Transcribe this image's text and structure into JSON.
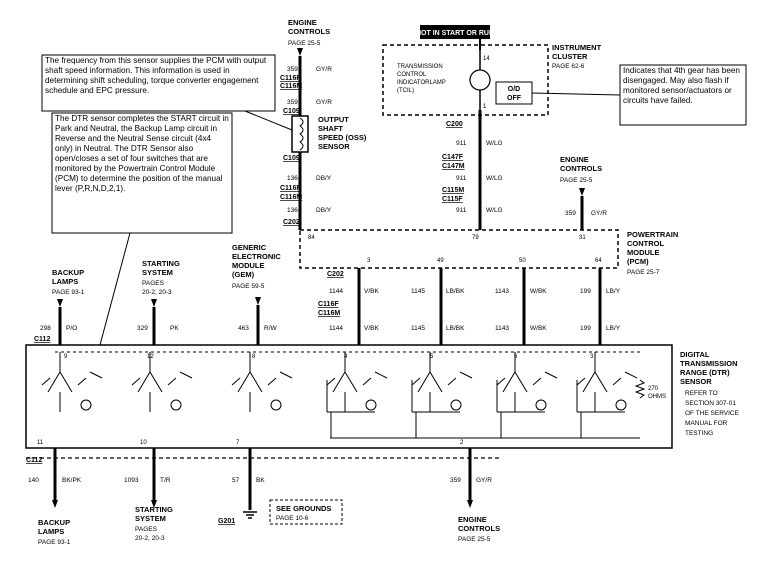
{
  "top_banner": {
    "hot_label": "HOT IN START OR RUN"
  },
  "engine_controls_top": {
    "title1": "ENGINE",
    "title2": "CONTROLS",
    "page": "PAGE 25-5"
  },
  "engine_controls_right": {
    "title1": "ENGINE",
    "title2": "CONTROLS",
    "page": "PAGE 25-5"
  },
  "engine_controls_bottom": {
    "title1": "ENGINE",
    "title2": "CONTROLS",
    "page": "PAGE 25-5"
  },
  "instrument_cluster": {
    "title1": "INSTRUMENT",
    "title2": "CLUSTER",
    "page": "PAGE 62-6"
  },
  "lamp": {
    "line1": "TRANSMISSION",
    "line2": "CONTROL",
    "line3": "INDICATORLAMP",
    "line4": "(TCIL)",
    "pin_top": "14",
    "pin_bottom": "1",
    "od1": "O/D",
    "od2": "OFF"
  },
  "notes": {
    "oss": "The frequency from this sensor supplies the PCM with output shaft speed information. This information is used in determining shift scheduling, torque converter engagement schedule and EPC pressure.",
    "dtr": "The DTR sensor completes the START circuit in Park and Neutral, the Backup Lamp circuit in Reverse and the Neutral Sense circuit (4x4 only) in Neutral. The DTR Sensor also open/closes a set of four switches that are monitored by the Powertrain Control Module (PCM) to determine the position of the manual lever (P,R,N,D,2,1).",
    "od": "Indicates that 4th gear has been disengaged. May also flash if monitored sensor/actuators or circuits have failed."
  },
  "oss_sensor": {
    "l1": "OUTPUT",
    "l2": "SHAFT",
    "l3": "SPEED (OSS)",
    "l4": "SENSOR"
  },
  "connectors": {
    "c116f": "C116F",
    "c116m": "C116M",
    "c109a": "C109",
    "c109b": "C109",
    "c202a": "C202",
    "c202b": "C202",
    "c200": "C200",
    "c147f": "C147F",
    "c147m": "C147M",
    "c115m": "C115M",
    "c115f": "C115F",
    "c112a": "C112",
    "c112b": "C112",
    "c116f2": "C116F",
    "c116m2": "C116M"
  },
  "wires": {
    "w359": "359",
    "gyr": "GY/R",
    "w136": "136",
    "dby": "DB/Y",
    "w911": "911",
    "wlg": "W/LG",
    "w1144": "1144",
    "vbk": "V/BK",
    "w1145": "1145",
    "lbbk": "LB/BK",
    "w1143": "1143",
    "wbk": "W/BK",
    "w199": "199",
    "lby": "LB/Y",
    "w298": "298",
    "po": "P/O",
    "w329": "329",
    "pk": "PK",
    "w463": "463",
    "rw": "R/W",
    "w140": "140",
    "bkpk": "BK/PK",
    "w1093": "1093",
    "tr": "T/R",
    "w57": "57",
    "bk": "BK"
  },
  "pcm": {
    "title1": "POWERTRAIN",
    "title2": "CONTROL",
    "title3": "MODULE",
    "title4": "(PCM)",
    "page": "PAGE 25-7",
    "pins": [
      "84",
      "79",
      "31",
      "3",
      "49",
      "50",
      "64"
    ]
  },
  "gem": {
    "l1": "GENERIC",
    "l2": "ELECTRONIC",
    "l3": "MODULE",
    "l4": "(GEM)",
    "page": "PAGE 59-5"
  },
  "backup_top": {
    "l1": "BACKUP",
    "l2": "LAMPS",
    "page": "PAGE 93-1"
  },
  "starting_top": {
    "l1": "STARTING",
    "l2": "SYSTEM",
    "l3": "PAGES",
    "page": "20-2, 20-3"
  },
  "backup_bottom": {
    "l1": "BACKUP",
    "l2": "LAMPS",
    "page": "PAGE 93-1"
  },
  "starting_bottom": {
    "l1": "STARTING",
    "l2": "SYSTEM",
    "l3": "PAGES",
    "page": "20-2, 20-3"
  },
  "dtr": {
    "l1": "DIGITAL",
    "l2": "TRANSMISSION",
    "l3": "RANGE (DTR)",
    "l4": "SENSOR",
    "r1": "REFER TO",
    "r2": "SECTION 307-01",
    "r3": "OF THE SERVICE",
    "r4": "MANUAL FOR",
    "r5": "TESTING",
    "pins_top": [
      "9",
      "12",
      "8",
      "4",
      "5",
      "6",
      "3"
    ],
    "pins_bottom": [
      "11",
      "10",
      "7",
      "2"
    ],
    "ohms": "270",
    "ohms2": "OHMS"
  },
  "ground": {
    "g201": "G201",
    "see1": "SEE GROUNDS",
    "see2": "PAGE 10-6"
  }
}
